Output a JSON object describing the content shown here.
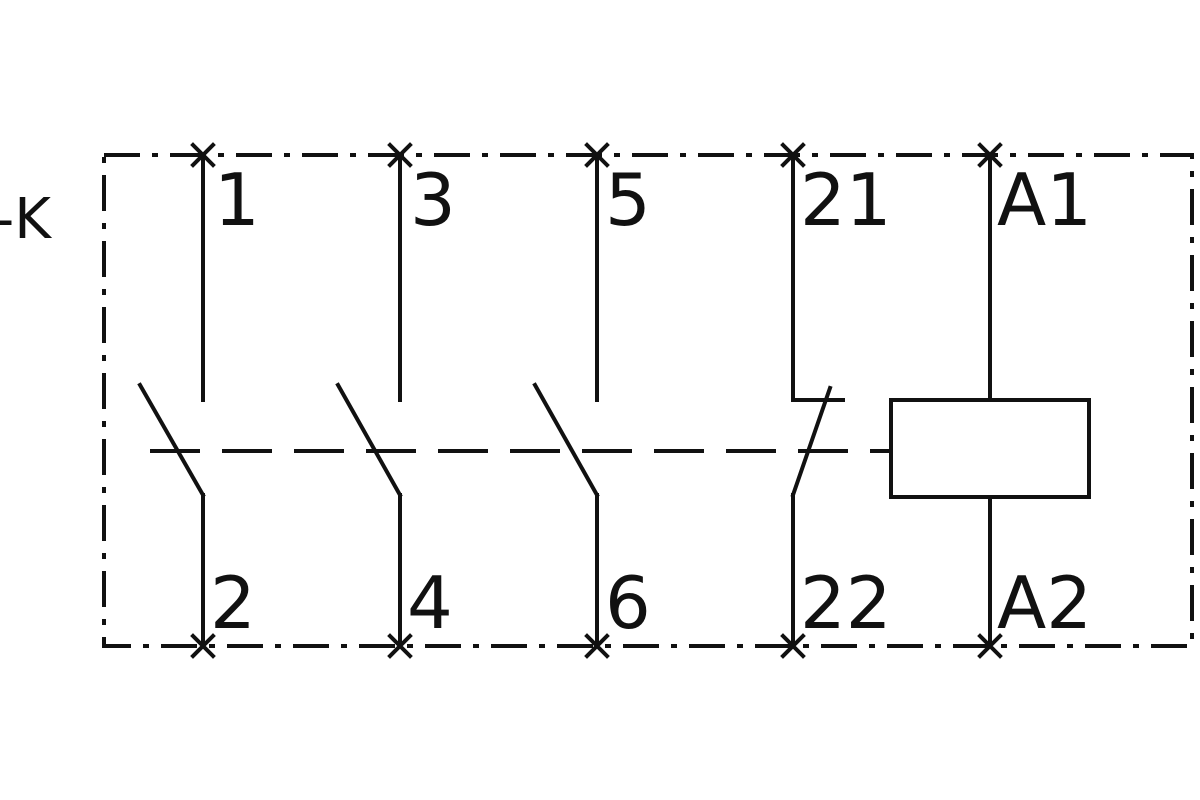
{
  "device_label": "-K",
  "terminals": {
    "t1": "1",
    "t2": "2",
    "t3": "3",
    "t4": "4",
    "t5": "5",
    "t6": "6",
    "t21": "21",
    "t22": "22",
    "a1": "A1",
    "a2": "A2"
  }
}
